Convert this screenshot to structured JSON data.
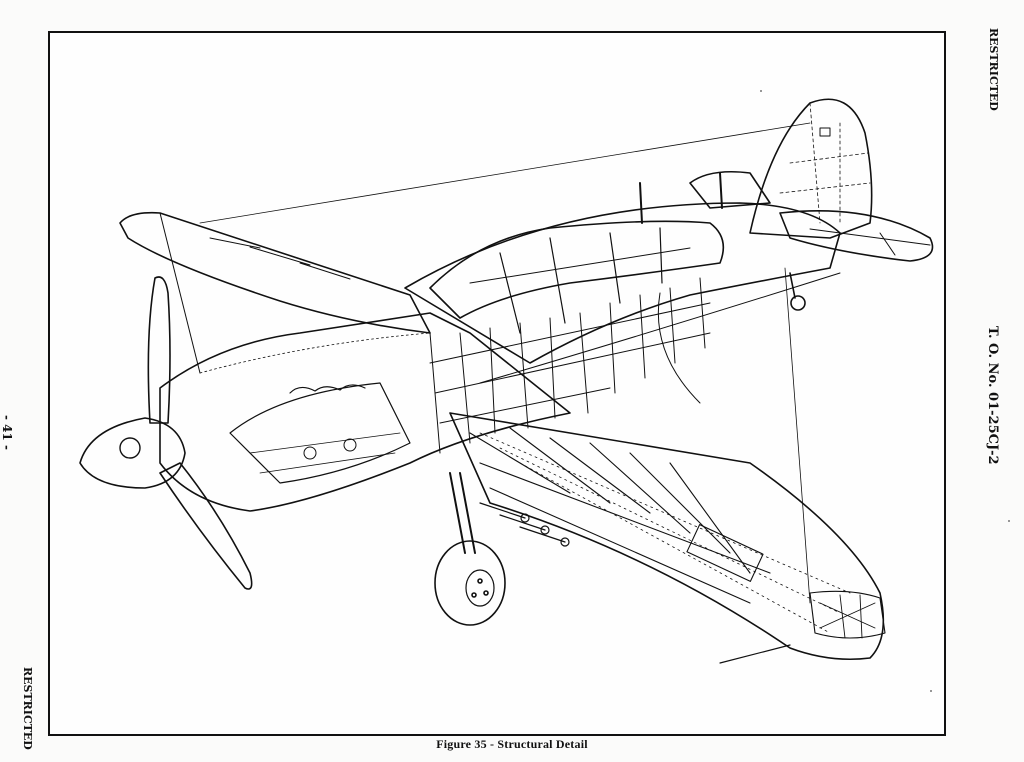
{
  "page": {
    "caption": "Figure 35 - Structural Detail",
    "margin_right_top": "RESTRICTED",
    "margin_right_mid": "T. O. No. 01-25CJ-2",
    "margin_left_mid": "- 41 -",
    "margin_left_bottom": "RESTRICTED"
  },
  "figure": {
    "subject": "aircraft-cutaway-drawing",
    "ink_color": "#111111",
    "paper_color": "#fefefe"
  }
}
